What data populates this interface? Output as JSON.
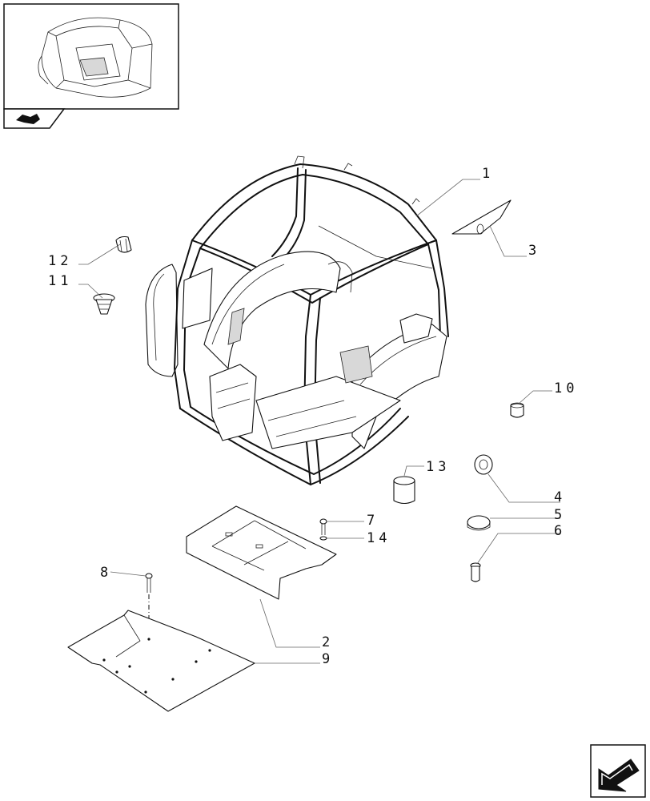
{
  "callouts": {
    "c1": "1",
    "c2": "2",
    "c3": "3",
    "c4": "4",
    "c5": "5",
    "c6": "6",
    "c7": "7",
    "c8": "8",
    "c9": "9",
    "c10": "10",
    "c11": "11",
    "c12": "12",
    "c13": "13",
    "c14": "14"
  },
  "icons": {
    "thumbnail": "cab-thumbnail-icon",
    "section": "section-marker-icon",
    "next": "next-page-arrow-icon"
  }
}
